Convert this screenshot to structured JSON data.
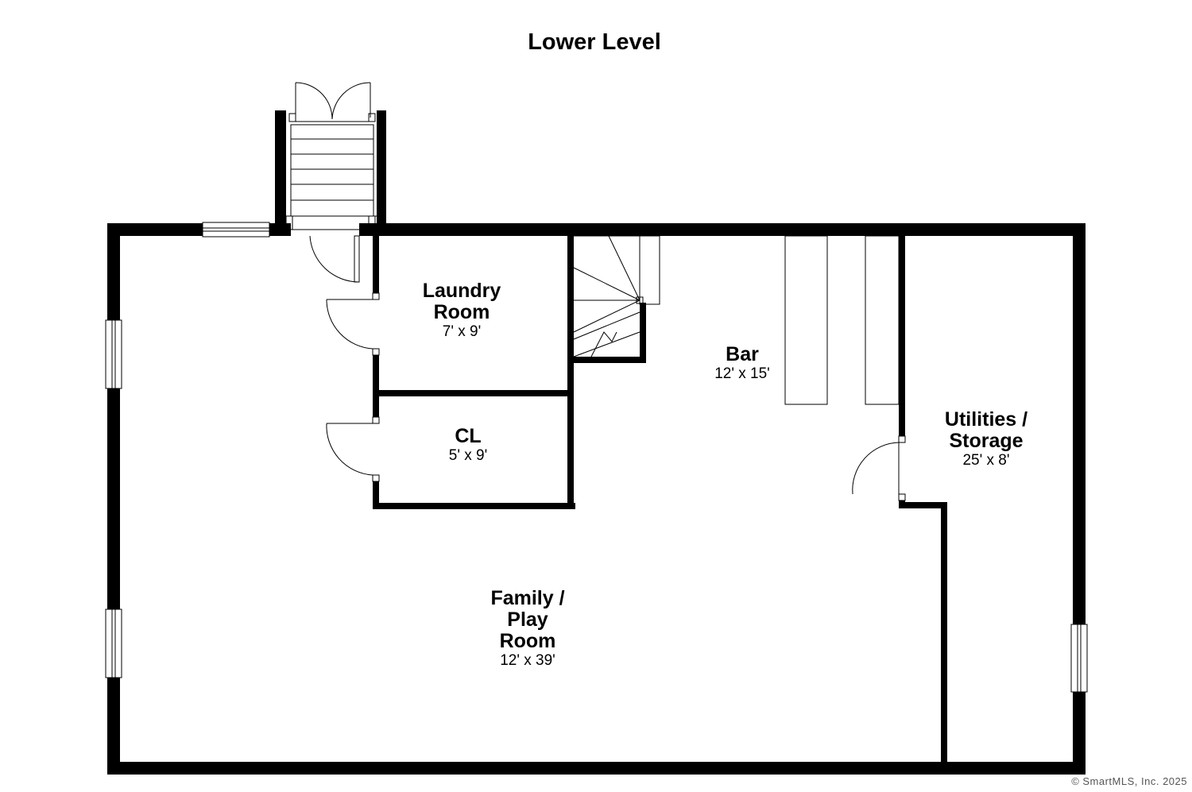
{
  "title": "Lower Level",
  "rooms": [
    {
      "name_lines": [
        "Laundry",
        "Room"
      ],
      "dimensions": "7' x 9'"
    },
    {
      "name_lines": [
        "CL"
      ],
      "dimensions": "5' x 9'"
    },
    {
      "name_lines": [
        "Bar"
      ],
      "dimensions": "12' x 15'"
    },
    {
      "name_lines": [
        "Utilities /",
        "Storage"
      ],
      "dimensions": "25' x 8'"
    },
    {
      "name_lines": [
        "Family /",
        "Play",
        "Room"
      ],
      "dimensions": "12' x 39'"
    }
  ],
  "credit": "© SmartMLS, Inc.  2025",
  "colors": {
    "wall": "#000000",
    "fixture": "#888888",
    "background": "#ffffff"
  }
}
